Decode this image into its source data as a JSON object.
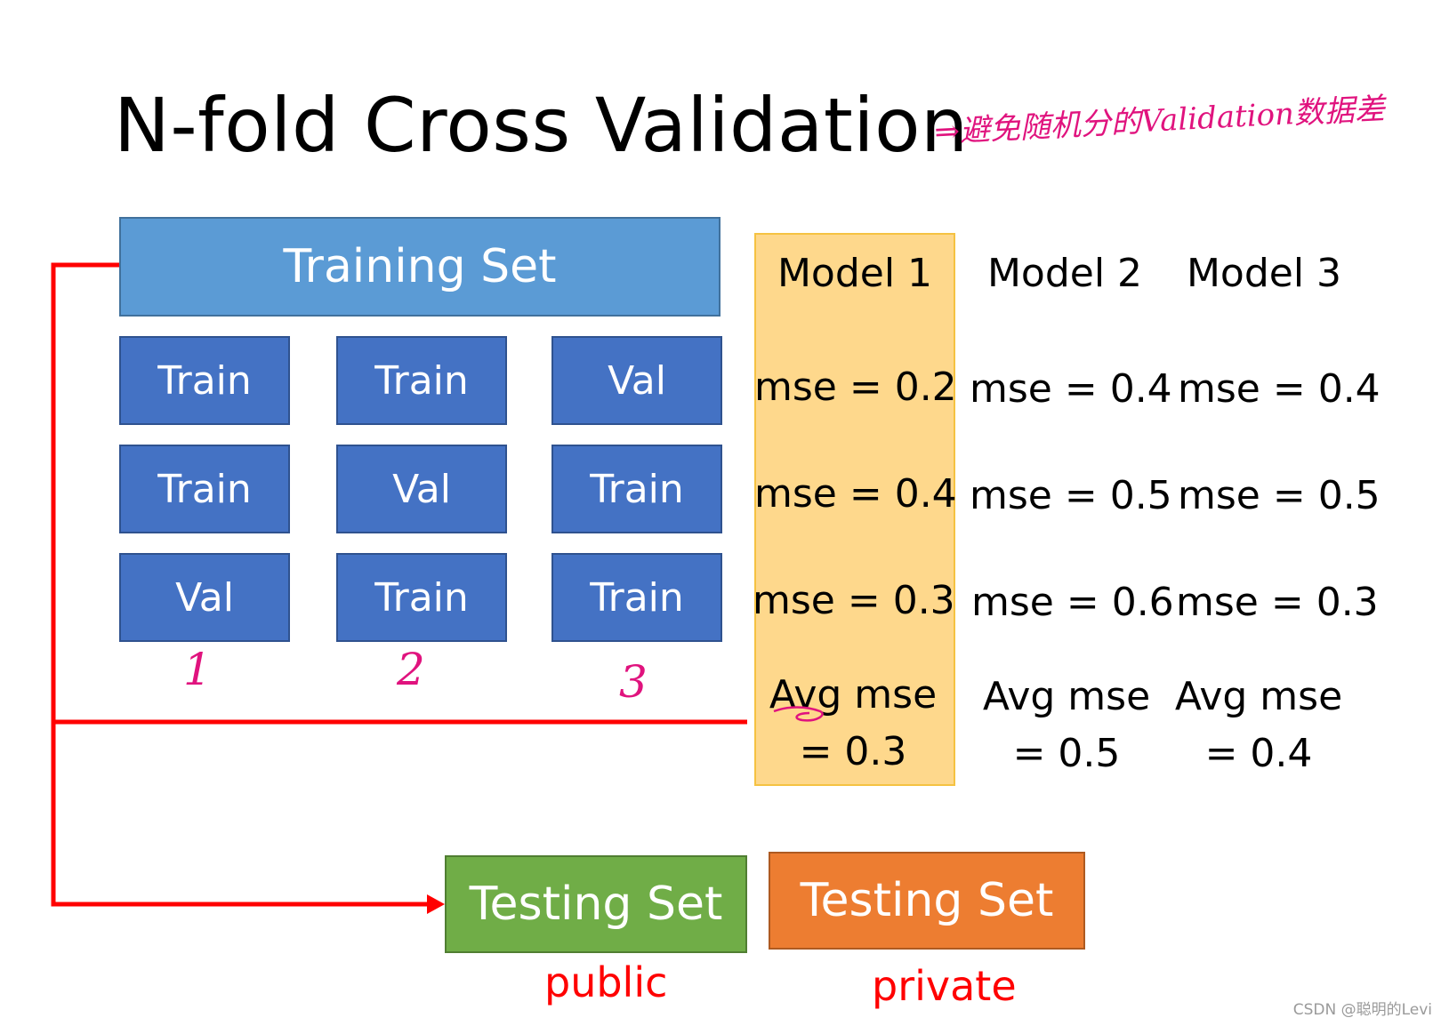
{
  "title": "N-fold Cross Validation",
  "annotation": "⇒避免随机分的Validation数据差",
  "training_set_label": "Training Set",
  "folds": [
    {
      "label": "Train"
    },
    {
      "label": "Train"
    },
    {
      "label": "Val"
    },
    {
      "label": "Train"
    },
    {
      "label": "Val"
    },
    {
      "label": "Train"
    },
    {
      "label": "Val"
    },
    {
      "label": "Train"
    },
    {
      "label": "Train"
    }
  ],
  "fold_numbers": [
    "1",
    "2",
    "3"
  ],
  "models": [
    {
      "name": "Model 1",
      "mse": [
        "mse = 0.2",
        "mse = 0.4",
        "mse = 0.3"
      ],
      "avg_label": "Avg mse",
      "avg_value": "= 0.3"
    },
    {
      "name": "Model 2",
      "mse": [
        "mse = 0.4",
        "mse = 0.5",
        "mse = 0.6"
      ],
      "avg_label": "Avg mse",
      "avg_value": "= 0.5"
    },
    {
      "name": "Model 3",
      "mse": [
        "mse = 0.4",
        "mse = 0.5",
        "mse = 0.3"
      ],
      "avg_label": "Avg mse",
      "avg_value": "= 0.4"
    }
  ],
  "testing_public": {
    "label": "Testing Set",
    "caption": "public"
  },
  "testing_private": {
    "label": "Testing Set",
    "caption": "private"
  },
  "watermark": "CSDN @聪明的Levi",
  "colors": {
    "training": "#5b9bd5",
    "fold": "#4472c4",
    "highlight": "#fed88c",
    "public": "#70ad47",
    "private": "#ed7d31",
    "arrow": "#ff0000",
    "handwriting": "#e0137e"
  }
}
